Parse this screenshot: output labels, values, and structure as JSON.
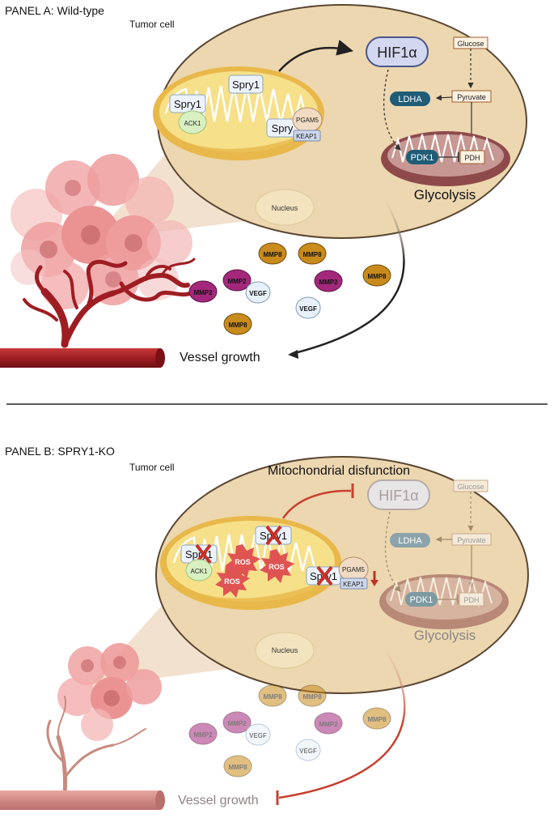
{
  "panel_a": {
    "title": "PANEL A: Wild-type",
    "cell_label": "Tumor cell",
    "hif": "HIF1α",
    "glucose": "Glucose",
    "pyruvate": "Pyruvate",
    "ldha": "LDHA",
    "pdk1": "PDK1",
    "pdh": "PDH",
    "glycolysis": "Glycolysis",
    "nucleus": "Nucleus",
    "spry1_a": "Spry1",
    "spry1_b": "Spry1",
    "spry1_c": "Spry",
    "ack1": "ACK1",
    "pgam5": "PGAM5",
    "keap1": "KEAP1",
    "vessel_growth": "Vessel growth",
    "secreted": [
      {
        "label": "MMP8",
        "type": "mmp8"
      },
      {
        "label": "MMP8",
        "type": "mmp8"
      },
      {
        "label": "MMP2",
        "type": "mmp2"
      },
      {
        "label": "MMP2",
        "type": "mmp2"
      },
      {
        "label": "VEGF",
        "type": "vegf"
      },
      {
        "label": "MMP2",
        "type": "mmp2"
      },
      {
        "label": "MMP8",
        "type": "mmp8"
      },
      {
        "label": "VEGF",
        "type": "vegf"
      },
      {
        "label": "MMP8",
        "type": "mmp8"
      }
    ]
  },
  "panel_b": {
    "title": "PANEL B: SPRY1-KO",
    "cell_label": "Tumor cell",
    "mito_dysfunction": "Mitochondrial disfunction",
    "hif": "HIF1α",
    "glucose": "Glucose",
    "pyruvate": "Pyruvate",
    "ldha": "LDHA",
    "pdk1": "PDK1",
    "pdh": "PDH",
    "glycolysis": "Glycolysis",
    "nucleus": "Nucleus",
    "spry1_a": "Spry1",
    "spry1_b": "Spry1",
    "spry1_c": "Spry1",
    "ack1": "ACK1",
    "pgam5": "PGAM5",
    "keap1": "KEAP1",
    "ros": [
      "ROS",
      "ROS",
      "ROS"
    ],
    "vessel_growth": "Vessel growth",
    "secreted": [
      {
        "label": "MMP8",
        "type": "mmp8"
      },
      {
        "label": "MMP8",
        "type": "mmp8"
      },
      {
        "label": "MMP2",
        "type": "mmp2"
      },
      {
        "label": "MMP2",
        "type": "mmp2"
      },
      {
        "label": "VEGF",
        "type": "vegf"
      },
      {
        "label": "MMP2",
        "type": "mmp2"
      },
      {
        "label": "MMP8",
        "type": "mmp8"
      },
      {
        "label": "VEGF",
        "type": "vegf"
      },
      {
        "label": "MMP8",
        "type": "mmp8"
      }
    ]
  },
  "colors": {
    "cell_fill": "#ecd7b0",
    "cell_stroke": "#5a4632",
    "mito_fill": "#f6e08a",
    "mito_outer": "#e9b84a",
    "glyco_mito": "#8e4a4a",
    "hif_fill": "#d3d7ef",
    "dark_box": "#1f5d77",
    "mmp8": "#c98b1c",
    "mmp2": "#a3287c",
    "vegf": "#e8f1fa",
    "inhibit_red": "#c8402f",
    "ros": "#e05353"
  }
}
